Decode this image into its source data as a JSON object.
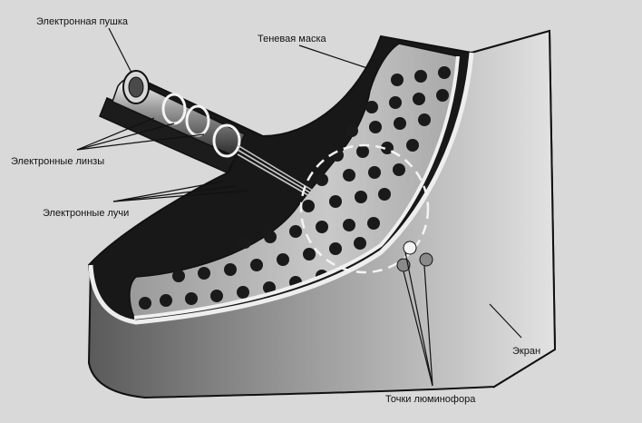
{
  "labels": {
    "electron_gun": "Электронная пушка",
    "shadow_mask": "Теневая маска",
    "electron_lenses": "Электронные линзы",
    "electron_beams": "Электронные лучи",
    "screen": "Экран",
    "phosphor_dots": "Точки люминофора"
  },
  "colors": {
    "background": "#d9d9d9",
    "ink": "#111111",
    "mask_hole": "#1a1a1a",
    "phosphor_white": "#f2f2f2",
    "phosphor_grey": "#8a8a8a"
  }
}
